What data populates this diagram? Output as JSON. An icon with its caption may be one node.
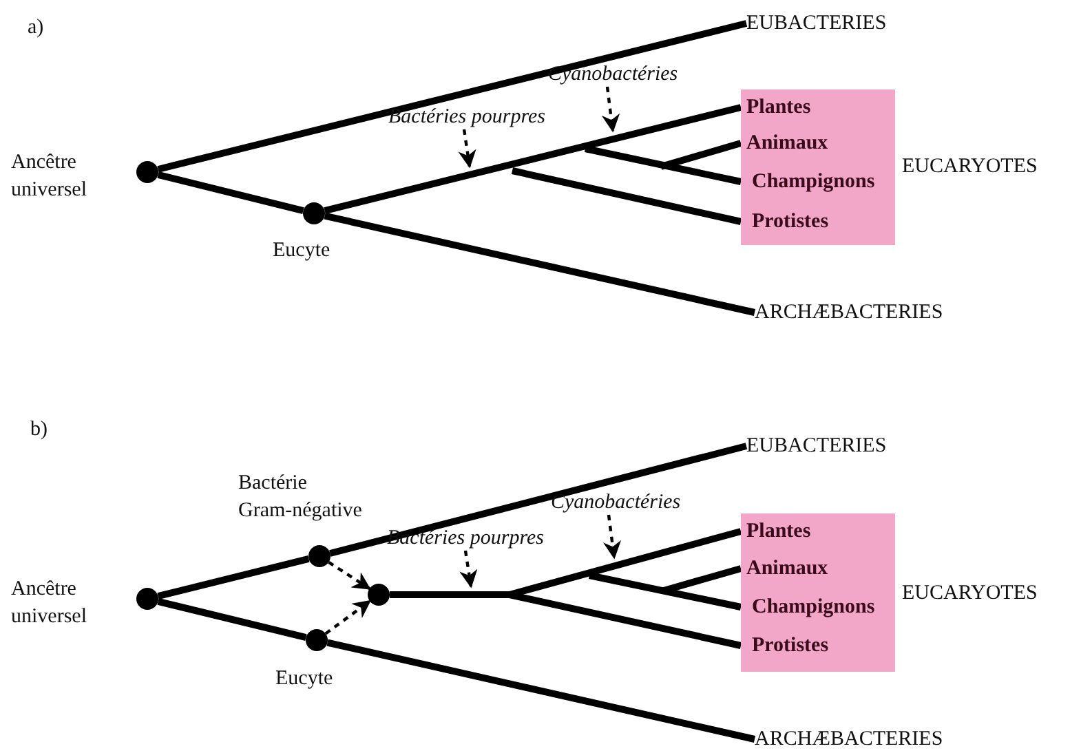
{
  "diagram": {
    "nodes": [
      {
        "text": [],
        "shape": "circle",
        "beside": [
          "Ancêtre universel"
        ]
      },
      {
        "text": [
          "EUBACTERIES"
        ]
      },
      {
        "text": [],
        "shape": "circle",
        "beside": [
          "Eucyte"
        ]
      },
      {
        "text": [],
        "shape": "box",
        "beside": [
          "EUCARYOTES"
        ]
      },
      {
        "text": [
          "Plantes"
        ],
        "in": 3
      },
      {
        "text": [
          "Animaux"
        ],
        "in": 3
      },
      {
        "text": [
          "Champignons"
        ],
        "in": 3
      },
      {
        "text": [
          "Protistes"
        ],
        "in": 3
      },
      {
        "text": [
          "ARCHÆBACTERIES"
        ]
      },
      {
        "text": [],
        "shape": "circle",
        "beside": [
          "Ancêtre universel"
        ]
      },
      {
        "text": [
          "EUBACTERIES"
        ]
      },
      {
        "text": [],
        "shape": "circle",
        "beside": [
          "Bactérie Gram-négative"
        ]
      },
      {
        "text": [],
        "shape": "circle"
      },
      {
        "text": [],
        "shape": "circle",
        "beside": [
          "Eucyte"
        ]
      },
      {
        "text": [],
        "shape": "box",
        "beside": [
          "EUCARYOTES"
        ]
      },
      {
        "text": [
          "Plantes"
        ],
        "in": 14
      },
      {
        "text": [
          "Animaux"
        ],
        "in": 14
      },
      {
        "text": [
          "Champignons"
        ],
        "in": 14
      },
      {
        "text": [
          "Protistes"
        ],
        "in": 14
      },
      {
        "text": [
          "ARCHÆBACTERIES"
        ]
      },
      {
        "text": [
          "Bactéries pourpres"
        ]
      },
      {
        "text": [
          "Cyanobactéries"
        ]
      },
      {
        "text": [
          "Bactéries pourpres"
        ]
      },
      {
        "text": [
          "Cyanobactéries"
        ]
      }
    ],
    "edges": [
      {
        "from": 0,
        "to": 1,
        "arrow": "none"
      },
      {
        "from": 0,
        "to": 2,
        "arrow": "none"
      },
      {
        "from": 2,
        "to": 4,
        "arrow": "none"
      },
      {
        "from": null,
        "to": 7,
        "arrow": "none"
      },
      {
        "from": null,
        "to": 6,
        "arrow": "none"
      },
      {
        "from": null,
        "to": 5,
        "arrow": "none"
      },
      {
        "from": 2,
        "to": 8,
        "arrow": "none"
      },
      {
        "from": 20,
        "to": null,
        "arrow": "to",
        "style": "dashed"
      },
      {
        "from": 21,
        "to": null,
        "arrow": "to",
        "style": "dashed"
      },
      {
        "from": 9,
        "to": 11,
        "arrow": "none"
      },
      {
        "from": 9,
        "to": 13,
        "arrow": "none"
      },
      {
        "from": 11,
        "to": 10,
        "arrow": "none"
      },
      {
        "from": 11,
        "to": 12,
        "arrow": "to",
        "style": "dashed"
      },
      {
        "from": 13,
        "to": 12,
        "arrow": "to",
        "style": "dashed"
      },
      {
        "from": 12,
        "to": 15,
        "arrow": "none"
      },
      {
        "from": null,
        "to": 18,
        "arrow": "none"
      },
      {
        "from": null,
        "to": 17,
        "arrow": "none"
      },
      {
        "from": null,
        "to": 16,
        "arrow": "none"
      },
      {
        "from": 13,
        "to": 19,
        "arrow": "none"
      },
      {
        "from": 22,
        "to": null,
        "arrow": "to",
        "style": "dashed"
      },
      {
        "from": 23,
        "to": null,
        "arrow": "to",
        "style": "dashed"
      }
    ],
    "labels": [
      "a)",
      "b)"
    ]
  }
}
